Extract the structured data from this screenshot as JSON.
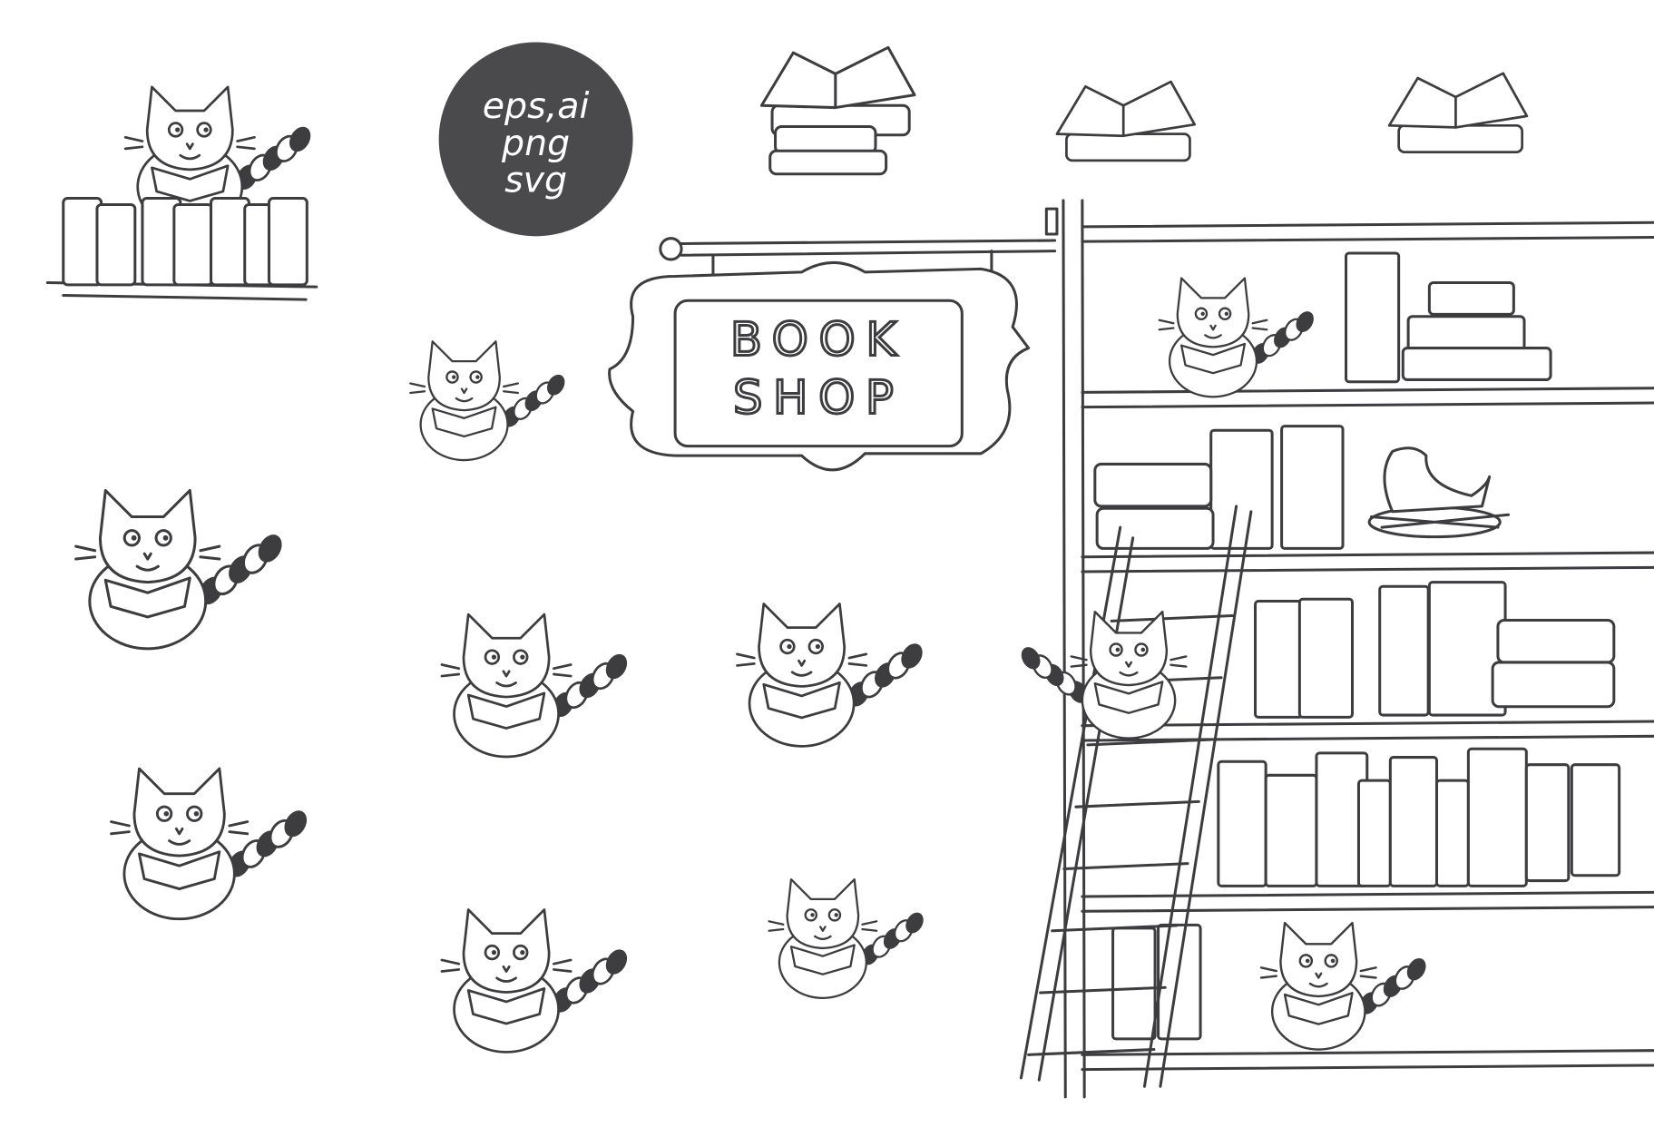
{
  "badge": {
    "lines": [
      "eps,ai",
      "png",
      "svg"
    ],
    "color": "#4a4a4d"
  },
  "sign": {
    "lines": [
      "BOOK",
      "SHOP"
    ]
  },
  "line_color": "#3d3d40"
}
